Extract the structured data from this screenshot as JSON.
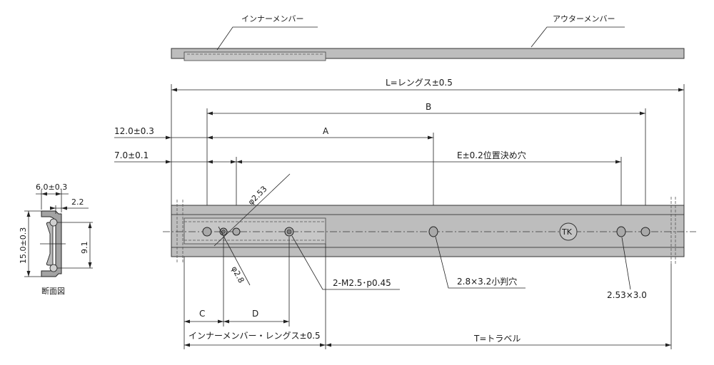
{
  "top_view": {
    "inner_member_label": "インナーメンバー",
    "outer_member_label": "アウターメンバー"
  },
  "dimensions": {
    "length": "L=レングス±0.5",
    "b": "B",
    "a": "A",
    "offset_12": "12.0±0.3",
    "offset_7": "7.0±0.1",
    "e_positioning": "E±0.2位置決め穴",
    "c": "C",
    "d": "D",
    "inner_length": "インナーメンバー・レングス±0.5",
    "travel": "T=トラベル"
  },
  "callouts": {
    "dia_253": "φ2.53",
    "dia_28": "φ2.8",
    "m25": "2-M2.5･p0.45",
    "slot_small": "2.8×3.2小判穴",
    "slot_253": "2.53×3.0",
    "tk_mark": "TK"
  },
  "section": {
    "width": "6.0±0.3",
    "lip": "2.2",
    "height": "15.0±0.3",
    "pitch": "9.1",
    "caption": "断面図"
  }
}
